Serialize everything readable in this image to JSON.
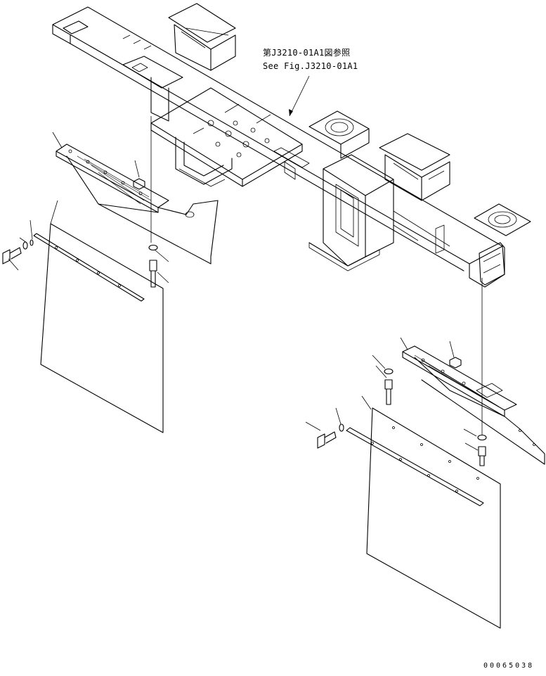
{
  "reference": {
    "line_jp": "第J3210-01A1図参照",
    "line_en": "See Fig.J3210-01A1"
  },
  "drawing_code": "00065038"
}
